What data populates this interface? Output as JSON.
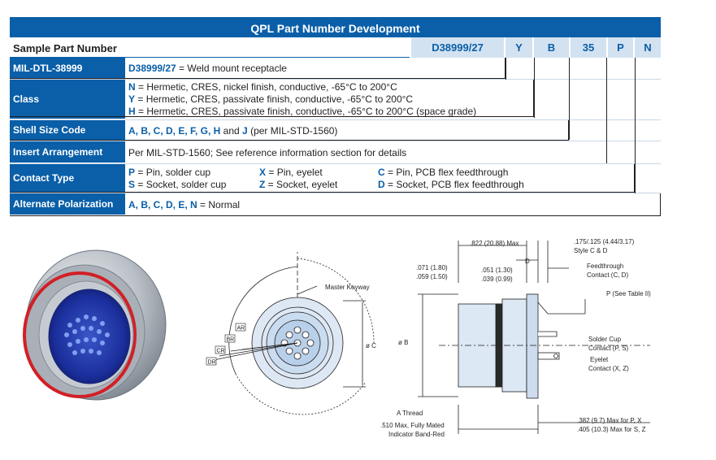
{
  "table": {
    "title": "QPL Part Number Development",
    "sample_label": "Sample Part Number",
    "segments": [
      "D38999/27",
      "Y",
      "B",
      "35",
      "P",
      "N"
    ],
    "rows": {
      "mil": {
        "header": "MIL-DTL-38999",
        "code": "D38999/27",
        "text": " = Weld mount receptacle"
      },
      "class": {
        "header": "Class",
        "lines": [
          {
            "code": "N",
            "text": " = Hermetic, CRES, nickel finish, conductive, -65°C to 200°C"
          },
          {
            "code": "Y",
            "text": " = Hermetic, CRES, passivate finish, conductive, -65°C to 200°C"
          },
          {
            "code": "H",
            "text": " = Hermetic, CRES, passivate finish, conductive, -65°C to 200°C (space grade)"
          }
        ]
      },
      "shell": {
        "header": "Shell Size Code",
        "codes": "A, B, C, D, E, F, G, H",
        "and": " and ",
        "code_last": "J",
        "text": " (per MIL-STD-1560)"
      },
      "insert": {
        "header": "Insert Arrangement",
        "text": "Per MIL-STD-1560; See reference information section for details"
      },
      "contact": {
        "header": "Contact Type",
        "items": [
          {
            "code": "P",
            "text": " = Pin, solder cup"
          },
          {
            "code": "X",
            "text": " = Pin, eyelet"
          },
          {
            "code": "C",
            "text": " = Pin, PCB flex feedthrough"
          },
          {
            "code": "S",
            "text": " = Socket, solder cup"
          },
          {
            "code": "Z",
            "text": " = Socket, eyelet"
          },
          {
            "code": "D",
            "text": " = Socket, PCB flex feedthrough"
          }
        ]
      },
      "polar": {
        "header": "Alternate Polarization",
        "codes": "A, B, C, D, E, N",
        "text": " = Normal"
      }
    }
  },
  "front_view": {
    "labels": {
      "master_keyway": "Master Keyway",
      "ar": "AR",
      "br": "BR",
      "cr": "CR",
      "dr": "DR",
      "dia_c": "ø C"
    }
  },
  "side_view": {
    "labels": {
      "overall_max": ".822 (20.88) Max",
      "flange_style": ".175/.125 (4.44/3.17)",
      "style_cd": "Style C & D",
      "d": "D",
      "dim_071": ".071 (1.80)",
      "dim_059": ".059 (1.50)",
      "dim_051": ".051 (1.30)",
      "dim_039": ".039 (0.99)",
      "feedthrough": "Feedthrough",
      "feedthrough_contact": "Contact (C, D)",
      "p_table": "P (See Table II)",
      "dia_b": "ø B",
      "solder_cup": "Solder Cup",
      "solder_contact": "Contact (P, S)",
      "eyelet": "Eyelet",
      "eyelet_contact": "Contact (X, Z)",
      "a_thread": "A Thread",
      "mated_1": ".510 Max, Fully Mated",
      "mated_2": "Indicator Band-Red",
      "max_px": ".382 (9.7) Max for P, X",
      "max_sz": ".405 (10.3) Max for S, Z"
    }
  },
  "colors": {
    "brand_blue": "#0a5fa8",
    "segment_bg": "#d3e2f1",
    "text": "#231f20"
  }
}
